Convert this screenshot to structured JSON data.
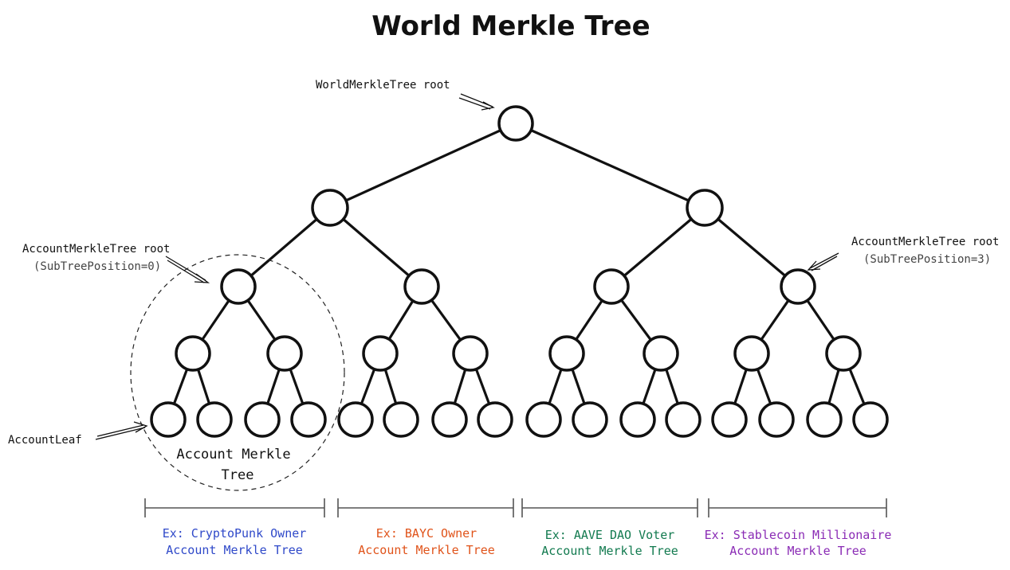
{
  "title": "World Merkle Tree",
  "annotations": {
    "world_root": "WorldMerkleTree root",
    "account_root_left": "AccountMerkleTree root",
    "account_root_left_sub": "(SubTreePosition=0)",
    "account_root_right": "AccountMerkleTree root",
    "account_root_right_sub": "(SubTreePosition=3)",
    "account_leaf": "AccountLeaf",
    "subtree_label_line1": "Account Merkle",
    "subtree_label_line2": "Tree"
  },
  "groups": [
    {
      "line1": "Ex: CryptoPunk Owner",
      "line2": "Account Merkle Tree",
      "color": "#2f49c9"
    },
    {
      "line1": "Ex: BAYC Owner",
      "line2": "Account Merkle Tree",
      "color": "#e0531a"
    },
    {
      "line1": "Ex: AAVE DAO Voter",
      "line2": "Account Merkle Tree",
      "color": "#127a4f"
    },
    {
      "line1": "Ex: Stablecoin Millionaire",
      "line2": "Account Merkle Tree",
      "color": "#8a2bb5"
    }
  ],
  "colors": {
    "stroke": "#111111",
    "background": "#ffffff"
  }
}
